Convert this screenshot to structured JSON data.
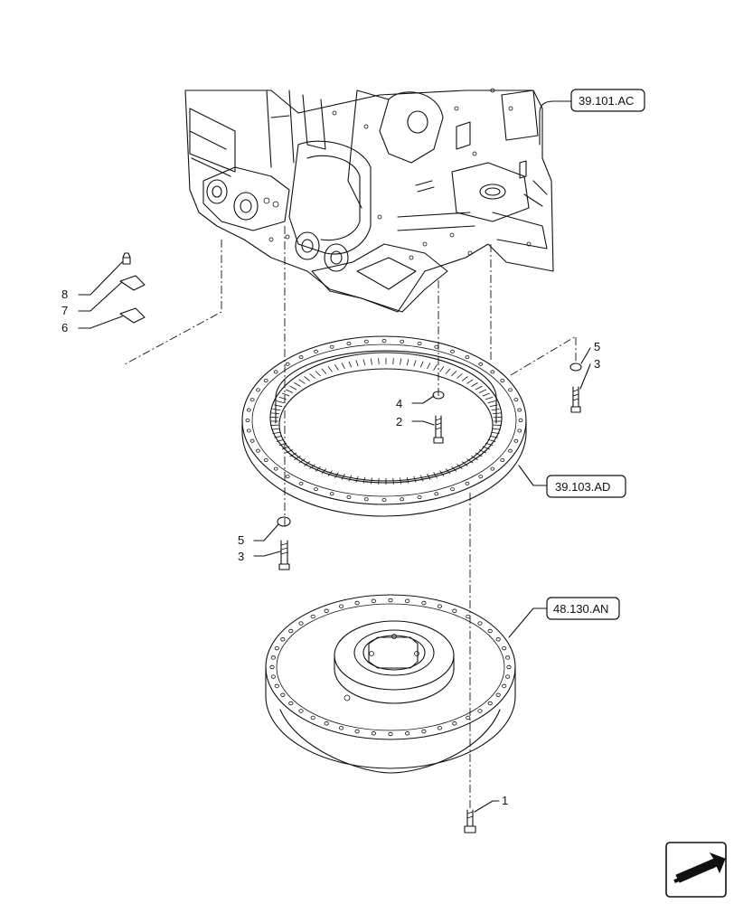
{
  "references": {
    "frame": "39.101.AC",
    "slewing_ring": "39.103.AD",
    "drive": "48.130.AN"
  },
  "callouts": {
    "c1": "1",
    "c2": "2",
    "c3a": "3",
    "c3b": "3",
    "c4": "4",
    "c5a": "5",
    "c5b": "5",
    "c6": "6",
    "c7": "7",
    "c8": "8"
  },
  "icons": {
    "nav": "arrow-navigation-icon"
  },
  "colors": {
    "line": "#111111",
    "background": "#ffffff"
  }
}
